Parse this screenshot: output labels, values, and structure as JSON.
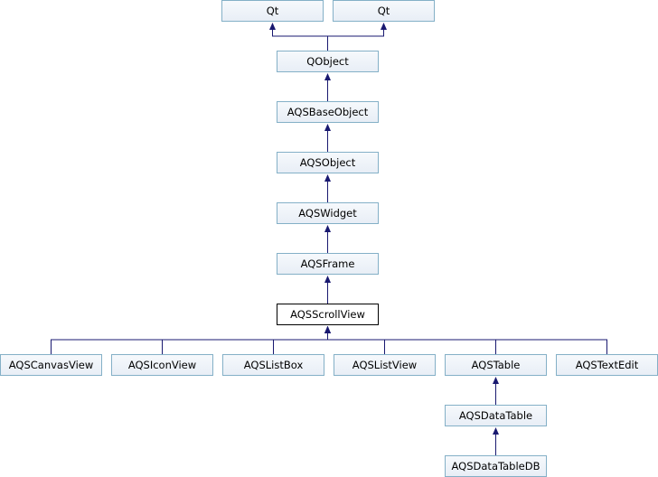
{
  "diagram": {
    "nodes": {
      "qt_1": "Qt",
      "qt_2": "Qt",
      "qobject": "QObject",
      "aqsbaseobject": "AQSBaseObject",
      "aqsobject": "AQSObject",
      "aqswidget": "AQSWidget",
      "aqsframe": "AQSFrame",
      "aqsscrollview": "AQSScrollView",
      "aqscanvasview": "AQSCanvasView",
      "aqsiconview": "AQSIconView",
      "aqslistbox": "AQSListBox",
      "aqslistview": "AQSListView",
      "aqstable": "AQSTable",
      "aqstextedit": "AQSTextEdit",
      "aqsdatatable": "AQSDataTable",
      "aqsdatatabledb": "AQSDataTableDB"
    },
    "edges": [
      [
        "qobject",
        "qt_1"
      ],
      [
        "qobject",
        "qt_2"
      ],
      [
        "aqsbaseobject",
        "qobject"
      ],
      [
        "aqsobject",
        "aqsbaseobject"
      ],
      [
        "aqswidget",
        "aqsobject"
      ],
      [
        "aqsframe",
        "aqswidget"
      ],
      [
        "aqsscrollview",
        "aqsframe"
      ],
      [
        "aqscanvasview",
        "aqsscrollview"
      ],
      [
        "aqsiconview",
        "aqsscrollview"
      ],
      [
        "aqslistbox",
        "aqsscrollview"
      ],
      [
        "aqslistview",
        "aqsscrollview"
      ],
      [
        "aqstable",
        "aqsscrollview"
      ],
      [
        "aqstextedit",
        "aqsscrollview"
      ],
      [
        "aqsdatatable",
        "aqstable"
      ],
      [
        "aqsdatatabledb",
        "aqsdatatable"
      ]
    ],
    "colors": {
      "edge": "#191970",
      "node_border": "#84b0c7",
      "current_border": "#000000"
    }
  }
}
